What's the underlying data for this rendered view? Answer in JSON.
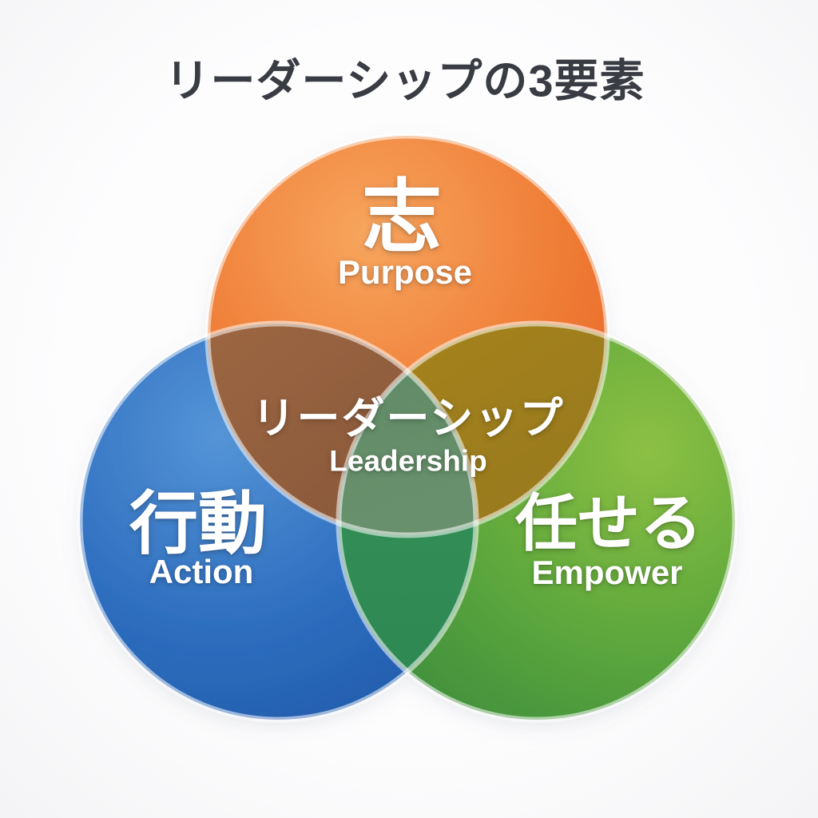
{
  "title": "リーダーシップの3要素",
  "center": {
    "ja": "リーダーシップ",
    "en": "Leadership"
  },
  "circles": [
    {
      "id": "purpose",
      "ja": "志",
      "en": "Purpose",
      "color_main": "#ef7c35"
    },
    {
      "id": "action",
      "ja": "行動",
      "en": "Action",
      "color_main": "#2f6fc0"
    },
    {
      "id": "empower",
      "ja": "任せる",
      "en": "Empower",
      "color_main": "#5ea83c"
    }
  ],
  "colors": {
    "background": "#fafafb",
    "title_text": "#393c43",
    "label_text": "#ffffff",
    "orange_light": "#f7a55e",
    "orange_mid": "#ef7c35",
    "orange_deep": "#e45e20",
    "blue_light": "#5594d6",
    "blue_mid": "#2f6fc0",
    "blue_deep": "#1d55a5",
    "green_light": "#8cc044",
    "green_mid": "#5ea83c",
    "green_deep": "#38893f",
    "overlap_orange_blue_light": "#a26a44",
    "overlap_orange_blue_deep": "#7e5136",
    "overlap_orange_green_light": "#a5831c",
    "overlap_orange_green_deep": "#8a701f",
    "overlap_blue_green_light": "#37935b",
    "overlap_blue_green_deep": "#2c8750",
    "center_overlap_light": "#719674",
    "center_overlap_deep": "#5f8a64",
    "circle_edge": "rgba(255,255,255,0.55)"
  }
}
